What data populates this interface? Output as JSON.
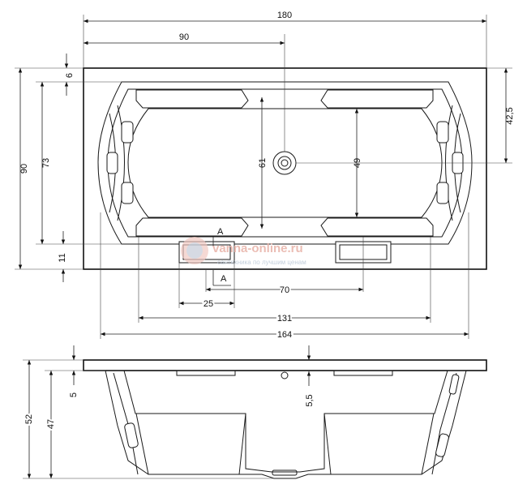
{
  "top_view": {
    "dims": {
      "length_total": "180",
      "drain_offset": "90",
      "rim_top": "6",
      "depth_total": "90",
      "inner_73": "73",
      "rim_bottom": "11",
      "inner_61": "61",
      "inner_49": "49",
      "right_42_5": "42,5",
      "dim_70": "70",
      "dim_25": "25",
      "dim_131": "131",
      "dim_164": "164"
    },
    "section_mark_top": "A",
    "section_mark_bottom": "A"
  },
  "side_view": {
    "dims": {
      "height_total": "52",
      "height_47": "47",
      "rim_5": "5",
      "rim_5_5": "5,5"
    }
  },
  "watermark": {
    "site": "vanna-online.ru",
    "tagline": "сантехника по лучшим ценам"
  },
  "colors": {
    "line": "#1a1a1a",
    "watermark_red": "#e8b2a8",
    "watermark_blue": "#b9c7d6"
  }
}
